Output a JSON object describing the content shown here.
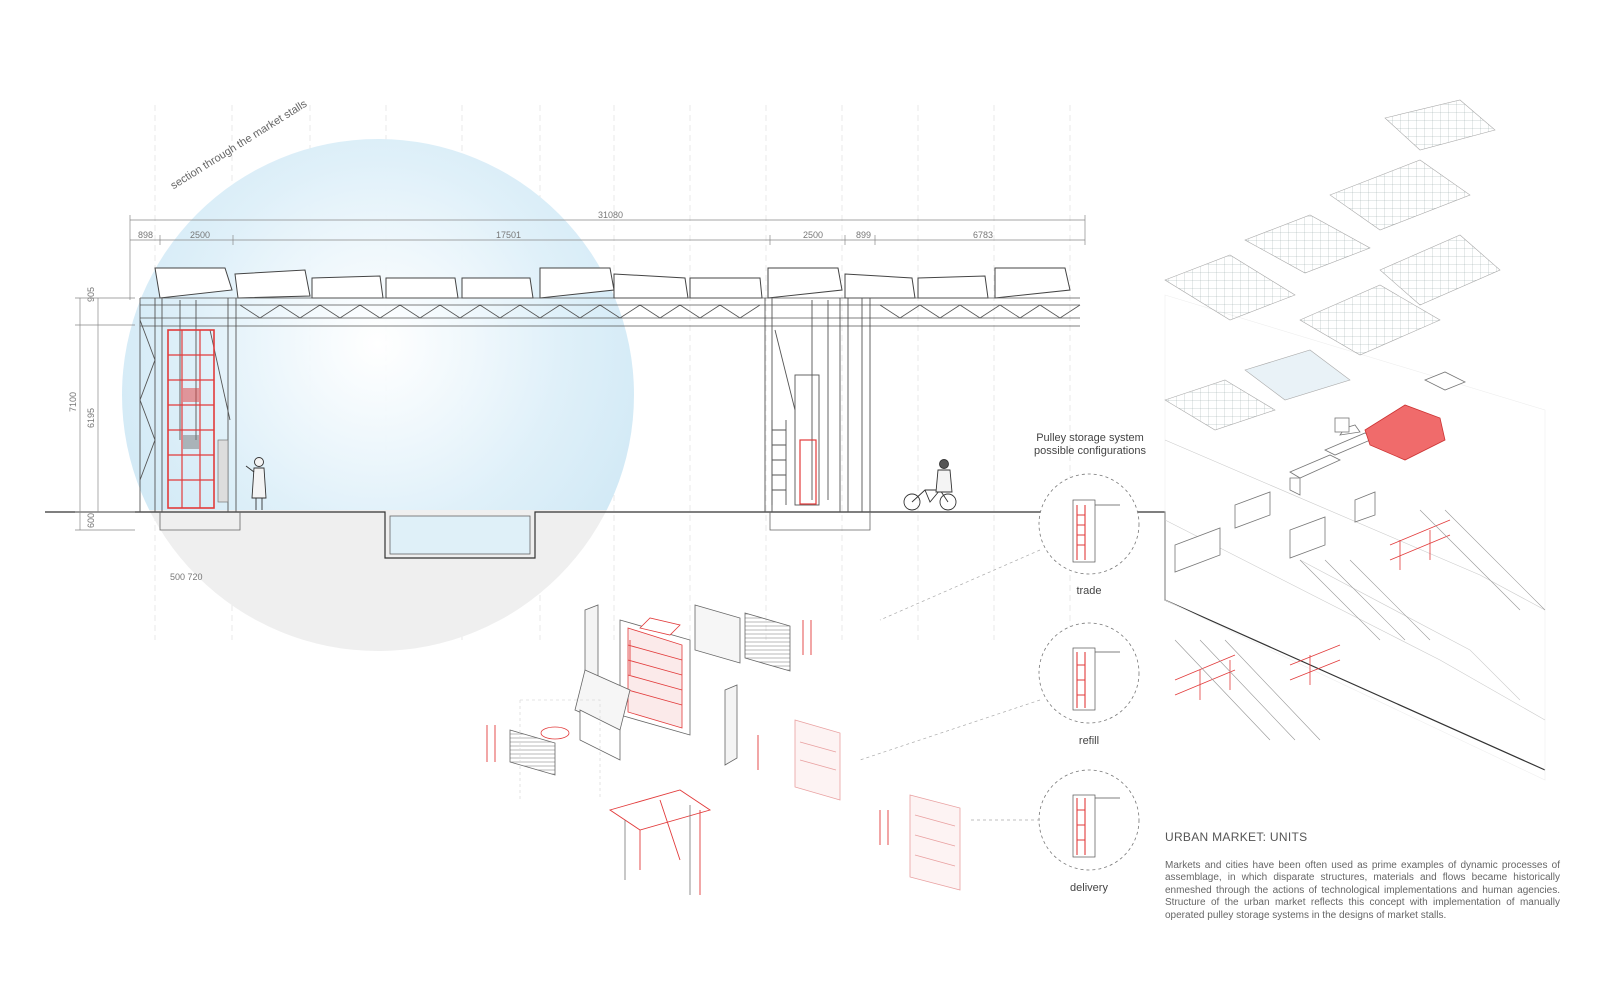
{
  "section_title": "section through the market stalls",
  "dimensions": {
    "overall": "31080",
    "d1": "898",
    "d2": "2500",
    "d3": "17501",
    "d4": "2500",
    "d5": "899",
    "d6": "6783",
    "h_total": "7100",
    "h_mid": "6195",
    "h_top": "905",
    "h_base": "600",
    "footing": "500 720"
  },
  "pulley": {
    "title_line1": "Pulley storage system",
    "title_line2": "possible configurations",
    "configs": [
      "trade",
      "refill",
      "delivery"
    ]
  },
  "text": {
    "heading": "URBAN MARKET: UNITS",
    "body": "Markets and cities have been often used as prime examples of dynamic processes of assemblage, in which disparate structures, materials and flows became historically enmeshed through the actions of technological implementations and human agencies. Structure of the urban market reflects this concept with implementation of manually operated pulley storage systems in the designs of market stalls."
  },
  "colors": {
    "accent": "#e23b3b",
    "sky": "#cfe8f5",
    "ground": "#eeeeee",
    "line": "#555555"
  }
}
